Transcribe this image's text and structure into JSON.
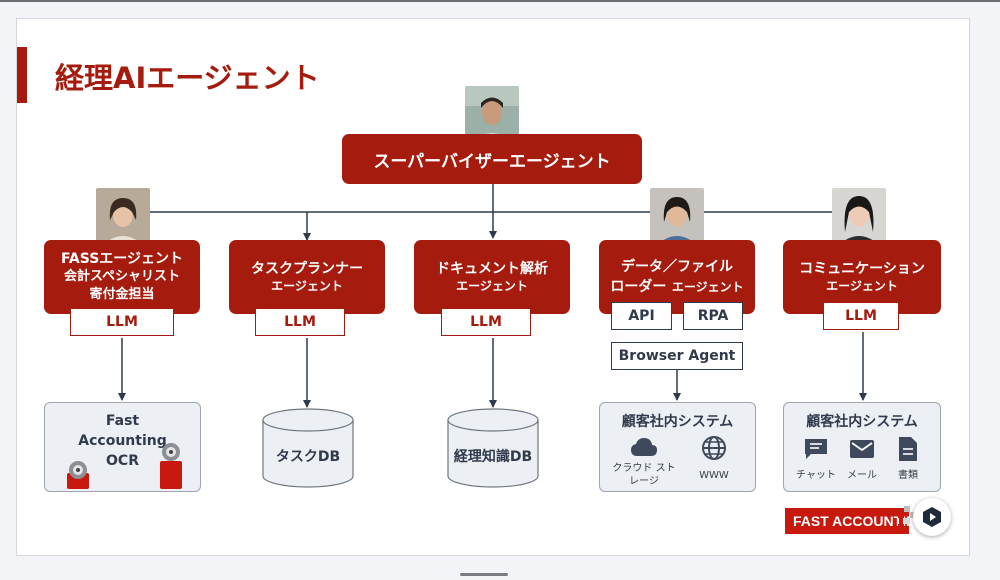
{
  "title": "経理AIエージェント",
  "supervisor": {
    "label": "スーパーバイザーエージェント"
  },
  "agents": [
    {
      "line1": "FASSエージェント",
      "line2": "会計スペシャリスト",
      "line3": "寄付金担当",
      "llm": "LLM"
    },
    {
      "line1": "タスクプランナー",
      "line2": "エージェント",
      "llm": "LLM"
    },
    {
      "line1": "ドキュメント解析",
      "line2": "エージェント",
      "llm": "LLM"
    },
    {
      "line1": "データ／ファイル",
      "line2a": "ローダー",
      "line2b": "エージェント",
      "tools": [
        "API",
        "RPA",
        "Browser Agent"
      ]
    },
    {
      "line1": "コミュニケーション",
      "line2": "エージェント",
      "llm": "LLM"
    }
  ],
  "targets": {
    "ocr": {
      "title": "Fast Accounting OCR"
    },
    "task_db": "タスクDB",
    "knowledge_db": "経理知識DB",
    "customer_system_1": {
      "title": "顧客社内システム",
      "items": [
        "クラウド ストレージ",
        "WWW"
      ],
      "icons": [
        "cloud-icon",
        "globe-icon"
      ]
    },
    "customer_system_2": {
      "title": "顧客社内システム",
      "items": [
        "チャット",
        "メール",
        "書類"
      ],
      "icons": [
        "chat-icon",
        "mail-icon",
        "document-icon"
      ]
    }
  },
  "brand": "FAST ACCOUNTING",
  "colors": {
    "accent": "#a51c0e",
    "dark": "#2f3b4c",
    "box_bg": "#eceff3"
  }
}
